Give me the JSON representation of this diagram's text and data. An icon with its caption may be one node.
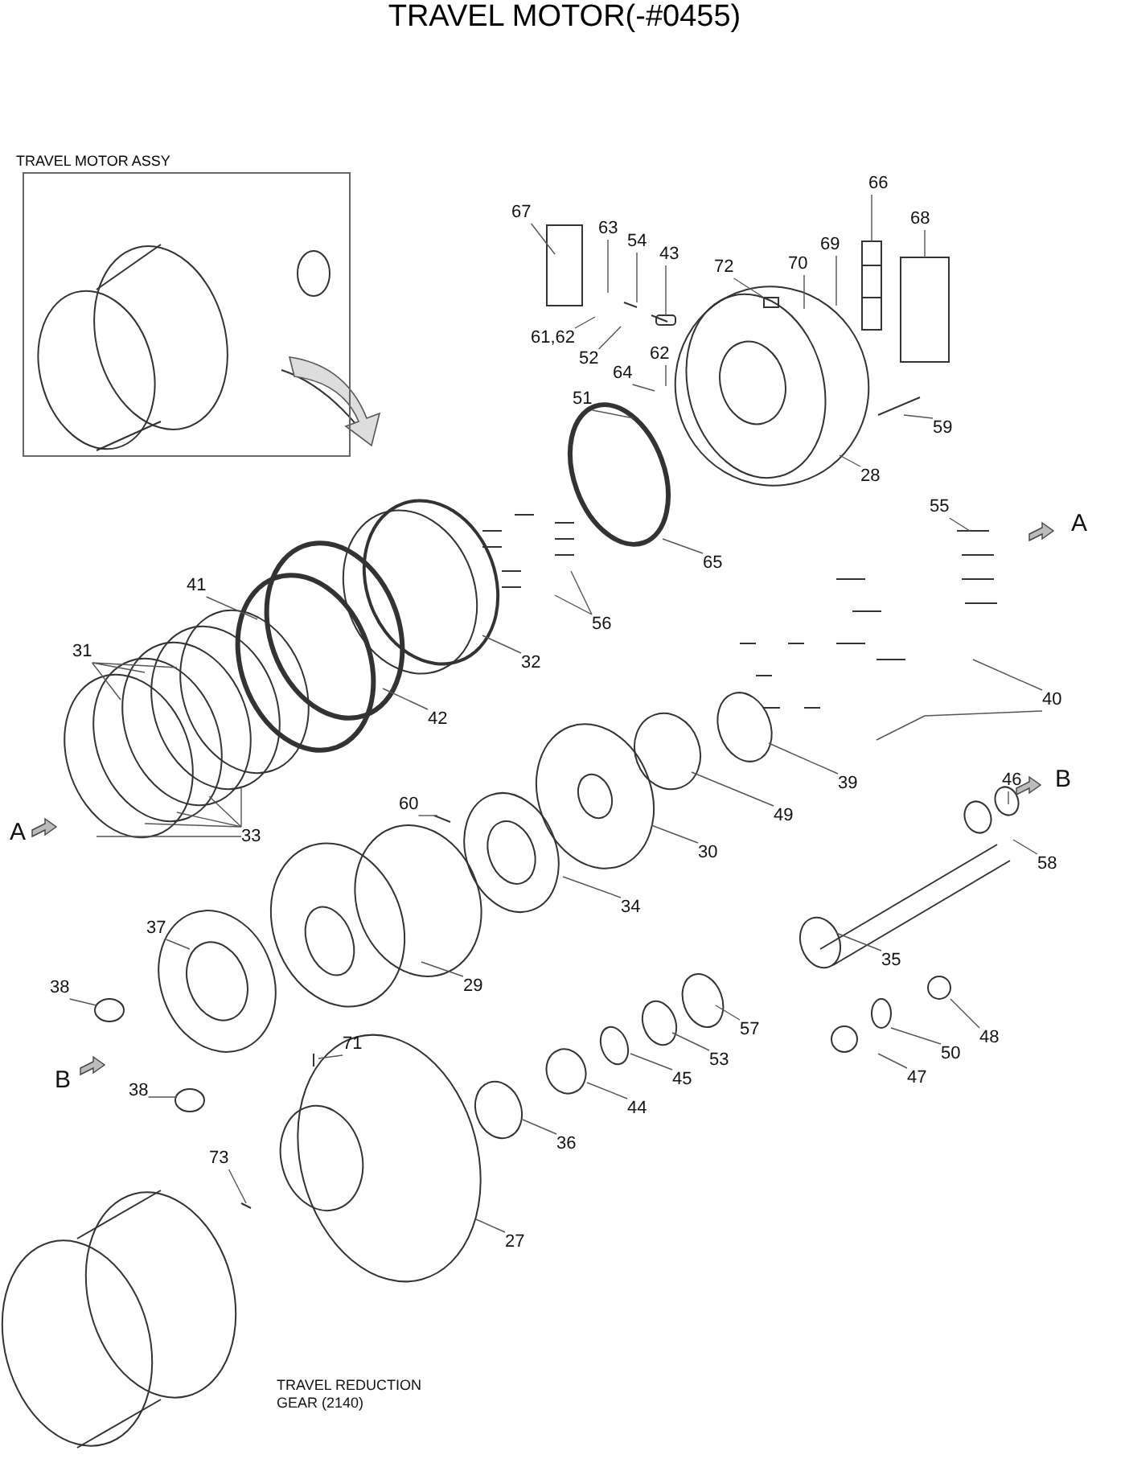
{
  "diagram": {
    "title": "TRAVEL MOTOR(-#0455)",
    "nodes": [
      {
        "text": [
          "TRAVEL MOTOR ASSY"
        ]
      },
      {
        "text": [
          "67"
        ]
      },
      {
        "text": [
          "63"
        ]
      },
      {
        "text": [
          "54"
        ]
      },
      {
        "text": [
          "43"
        ]
      },
      {
        "text": [
          "61,62"
        ]
      },
      {
        "text": [
          "52"
        ]
      },
      {
        "text": [
          "66"
        ]
      },
      {
        "text": [
          "68"
        ]
      },
      {
        "text": [
          "72"
        ]
      },
      {
        "text": [
          "70"
        ]
      },
      {
        "text": [
          "69"
        ]
      },
      {
        "text": [
          "62"
        ]
      },
      {
        "text": [
          "64"
        ]
      },
      {
        "text": [
          "51"
        ]
      },
      {
        "text": [
          "59"
        ]
      },
      {
        "text": [
          "28"
        ]
      },
      {
        "text": [
          "65"
        ]
      },
      {
        "text": [
          "55"
        ]
      },
      {
        "text": [
          "41"
        ]
      },
      {
        "text": [
          "31"
        ]
      },
      {
        "text": [
          "56"
        ]
      },
      {
        "text": [
          "32"
        ]
      },
      {
        "text": [
          "40"
        ]
      },
      {
        "text": [
          "42"
        ]
      },
      {
        "text": [
          "39"
        ]
      },
      {
        "text": [
          "49"
        ]
      },
      {
        "text": [
          "33"
        ]
      },
      {
        "text": [
          "60"
        ]
      },
      {
        "text": [
          "30"
        ]
      },
      {
        "text": [
          "34"
        ]
      },
      {
        "text": [
          "46"
        ]
      },
      {
        "text": [
          "58"
        ]
      },
      {
        "text": [
          "35"
        ]
      },
      {
        "text": [
          "37"
        ]
      },
      {
        "text": [
          "29"
        ]
      },
      {
        "text": [
          "38"
        ]
      },
      {
        "text": [
          "38"
        ]
      },
      {
        "text": [
          "57"
        ]
      },
      {
        "text": [
          "48"
        ]
      },
      {
        "text": [
          "53"
        ]
      },
      {
        "text": [
          "71"
        ]
      },
      {
        "text": [
          "50"
        ]
      },
      {
        "text": [
          "45"
        ]
      },
      {
        "text": [
          "47"
        ]
      },
      {
        "text": [
          "44"
        ]
      },
      {
        "text": [
          "36"
        ]
      },
      {
        "text": [
          "73"
        ]
      },
      {
        "text": [
          "27"
        ]
      },
      {
        "text": [],
        "shape": "bar"
      },
      {
        "text": [],
        "shape": "picture"
      },
      {
        "text": [],
        "shape": "box"
      },
      {
        "text": [],
        "shape": "circle"
      },
      {
        "text": [],
        "shape": "circle"
      }
    ],
    "edges": [
      {
        "from": 1,
        "to": null,
        "arrow": "none"
      },
      {
        "from": 2,
        "to": null,
        "arrow": "none"
      },
      {
        "from": 3,
        "to": null,
        "arrow": "none"
      },
      {
        "from": 4,
        "to": 49,
        "arrow": "none"
      },
      {
        "from": 5,
        "to": null,
        "arrow": "none"
      },
      {
        "from": 6,
        "to": null,
        "arrow": "none"
      },
      {
        "from": 7,
        "to": 50,
        "arrow": "none"
      },
      {
        "from": 8,
        "to": null,
        "arrow": "none"
      },
      {
        "from": 9,
        "to": 51,
        "arrow": "none"
      },
      {
        "from": 10,
        "to": null,
        "arrow": "none"
      },
      {
        "from": 11,
        "to": null,
        "arrow": "none"
      },
      {
        "from": 12,
        "to": null,
        "arrow": "none"
      },
      {
        "from": 13,
        "to": null,
        "arrow": "none"
      },
      {
        "from": 14,
        "to": null,
        "arrow": "none"
      },
      {
        "from": 15,
        "to": null,
        "arrow": "none"
      },
      {
        "from": 16,
        "to": null,
        "arrow": "none"
      },
      {
        "from": 17,
        "to": null,
        "arrow": "none"
      },
      {
        "from": 18,
        "to": null,
        "arrow": "none"
      },
      {
        "from": 19,
        "to": null,
        "arrow": "none"
      },
      {
        "from": 20,
        "to": null,
        "arrow": "none"
      },
      {
        "from": 21,
        "to": null,
        "arrow": "none"
      },
      {
        "from": 22,
        "to": null,
        "arrow": "none"
      },
      {
        "from": 23,
        "to": null,
        "arrow": "none"
      },
      {
        "from": 24,
        "to": null,
        "arrow": "none"
      },
      {
        "from": 25,
        "to": null,
        "arrow": "none"
      },
      {
        "from": 26,
        "to": null,
        "arrow": "none"
      },
      {
        "from": 27,
        "to": null,
        "arrow": "none"
      },
      {
        "from": 28,
        "to": null,
        "arrow": "none"
      },
      {
        "from": 29,
        "to": null,
        "arrow": "none"
      },
      {
        "from": 30,
        "to": null,
        "arrow": "none"
      },
      {
        "from": 31,
        "to": null,
        "arrow": "none"
      },
      {
        "from": 32,
        "to": null,
        "arrow": "none"
      },
      {
        "from": 33,
        "to": null,
        "arrow": "none"
      },
      {
        "from": 34,
        "to": null,
        "arrow": "none"
      },
      {
        "from": 35,
        "to": null,
        "arrow": "none"
      },
      {
        "from": 36,
        "to": null,
        "arrow": "none"
      },
      {
        "from": 37,
        "to": null,
        "arrow": "none"
      },
      {
        "from": 38,
        "to": null,
        "arrow": "none"
      },
      {
        "from": 39,
        "to": 52,
        "arrow": "none"
      },
      {
        "from": 40,
        "to": null,
        "arrow": "none"
      },
      {
        "from": 41,
        "to": null,
        "arrow": "none"
      },
      {
        "from": 42,
        "to": 53,
        "arrow": "none"
      },
      {
        "from": 43,
        "to": null,
        "arrow": "none"
      },
      {
        "from": 44,
        "to": null,
        "arrow": "none"
      },
      {
        "from": 45,
        "to": null,
        "arrow": "none"
      },
      {
        "from": 46,
        "to": null,
        "arrow": "none"
      },
      {
        "from": 47,
        "to": null,
        "arrow": "none"
      },
      {
        "from": 48,
        "to": null,
        "arrow": "none"
      }
    ],
    "labels": [
      "A",
      "A",
      "B",
      "B",
      "TRAVEL REDUCTION GEAR (2140)"
    ]
  }
}
